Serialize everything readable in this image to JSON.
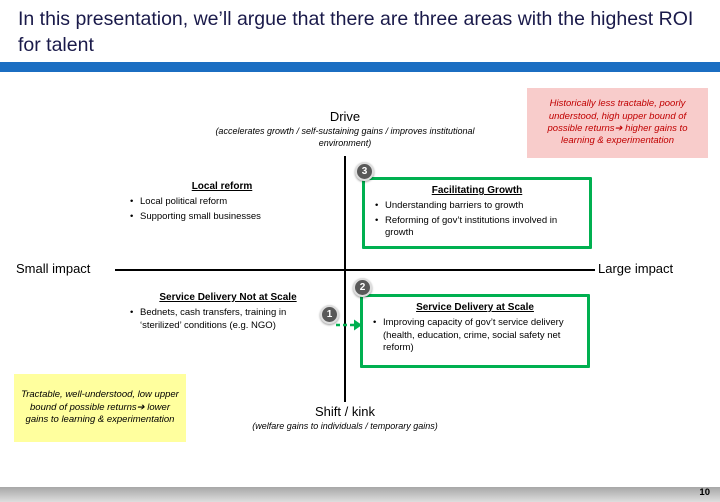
{
  "slide": {
    "title": "In this presentation, we’ll argue that there are three areas with the highest ROI for talent",
    "page_number": "10"
  },
  "axes": {
    "top_label": "Drive",
    "top_sublabel": "(accelerates growth / self-sustaining gains / improves institutional environment)",
    "bottom_label": "Shift / kink",
    "bottom_sublabel": "(welfare gains to individuals / temporary gains)",
    "left_label": "Small impact",
    "right_label": "Large impact"
  },
  "quadrants": {
    "top_left": {
      "heading": "Local reform",
      "bullets": [
        "Local political reform",
        "Supporting small businesses"
      ]
    },
    "top_right": {
      "number": "3",
      "heading": "Facilitating Growth",
      "bullets": [
        "Understanding barriers to growth",
        "Reforming of gov’t institutions involved in growth"
      ]
    },
    "bottom_left": {
      "number": "1",
      "heading": "Service Delivery Not at Scale",
      "bullets": [
        "Bednets, cash transfers, training in ‘sterilized’ conditions (e.g. NGO)"
      ]
    },
    "bottom_right": {
      "number": "2",
      "heading": "Service Delivery at Scale",
      "bullets": [
        "Improving capacity of gov’t service delivery (health, education, crime, social safety net reform)"
      ]
    }
  },
  "annotations": {
    "top_right_note": "Historically less tractable, poorly understood, high upper bound of possible returns➔ higher gains to learning & experimentation",
    "bottom_left_note": "Tractable, well-understood, low upper bound of possible returns➔ lower gains to learning & experimentation"
  },
  "colors": {
    "accent_blue": "#1B6EC2",
    "green": "#00B050",
    "pink_bg": "#F8CCCB",
    "red_text": "#C00000",
    "yellow_bg": "#FFFF9E",
    "circle_gray": "#595959"
  }
}
